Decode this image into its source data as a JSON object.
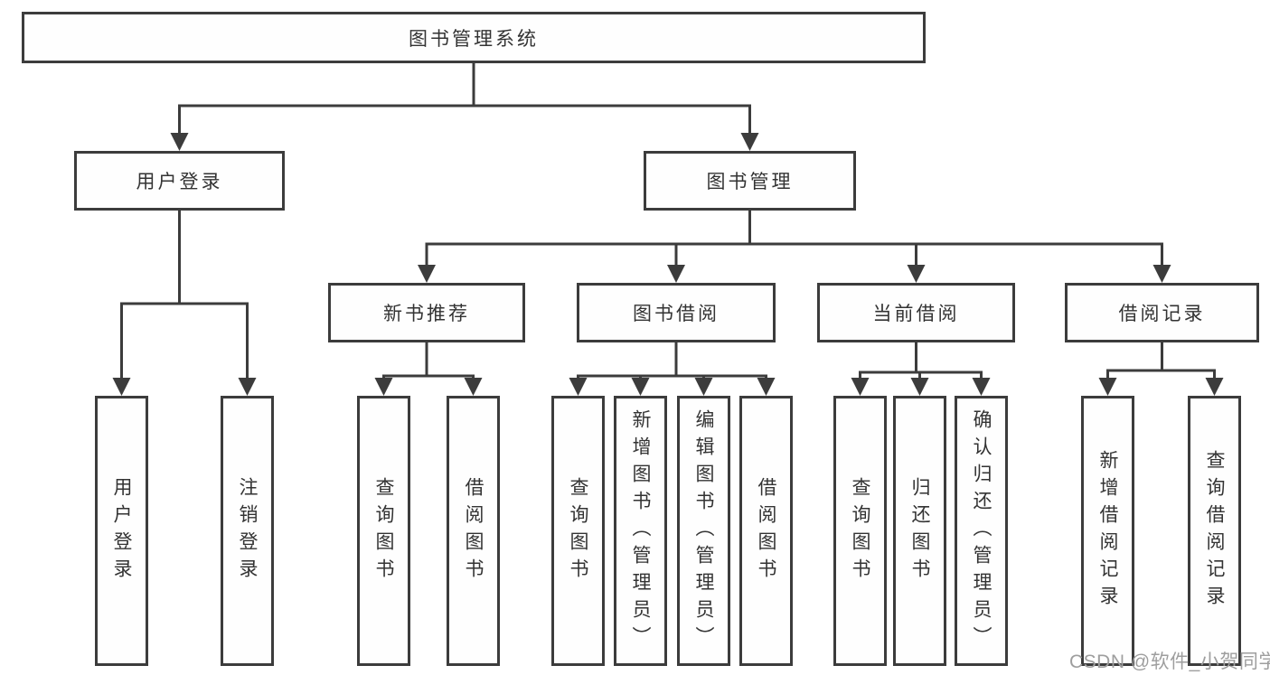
{
  "colors": {
    "line": "#3c3c3c",
    "box_border": "#3c3c3c",
    "box_fill": "#fefefe",
    "text": "#333333",
    "watermark": "#9e9e9e",
    "background": "#ffffff"
  },
  "tree": {
    "root": {
      "label": "图书管理系统",
      "children": [
        {
          "label": "用户登录",
          "children": [
            {
              "label": "用户登录"
            },
            {
              "label": "注销登录"
            }
          ]
        },
        {
          "label": "图书管理",
          "children": [
            {
              "label": "新书推荐",
              "children": [
                {
                  "label": "查询图书"
                },
                {
                  "label": "借阅图书"
                }
              ]
            },
            {
              "label": "图书借阅",
              "children": [
                {
                  "label": "查询图书"
                },
                {
                  "label": "新增图书（管理员）"
                },
                {
                  "label": "编辑图书（管理员）"
                },
                {
                  "label": "借阅图书"
                }
              ]
            },
            {
              "label": "当前借阅",
              "children": [
                {
                  "label": "查询图书"
                },
                {
                  "label": "归还图书"
                },
                {
                  "label": "确认归还（管理员）"
                }
              ]
            },
            {
              "label": "借阅记录",
              "children": [
                {
                  "label": "新增借阅记录"
                },
                {
                  "label": "查询借阅记录"
                }
              ]
            }
          ]
        }
      ]
    }
  },
  "watermark": "CSDN @软件_小贺同学"
}
